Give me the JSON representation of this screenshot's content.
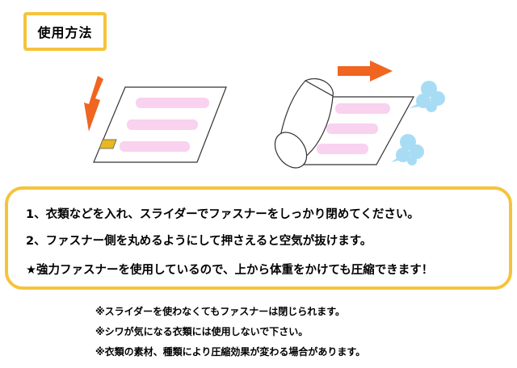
{
  "title": "使用方法",
  "steps": [
    "1、衣類などを入れ、スライダーでファスナーをしっかり閉めてください。",
    "2、ファスナー側を丸めるようにして押さえると空気が抜けます。",
    "★強力ファスナーを使用しているので、上から体重をかけても圧縮できます！"
  ],
  "notes": [
    "※スライダーを使わなくてもファスナーは閉じられます。",
    "※シワが気になる衣類には使用しないで下さい。",
    "※衣類の素材、種類により圧縮効果が変わる場合があります。"
  ],
  "colors": {
    "accent_border": "#f5c33b",
    "arrow": "#f0651f",
    "stripe": "#f8d2ef",
    "slider": "#e8b820",
    "air": "#a8dcf5"
  }
}
